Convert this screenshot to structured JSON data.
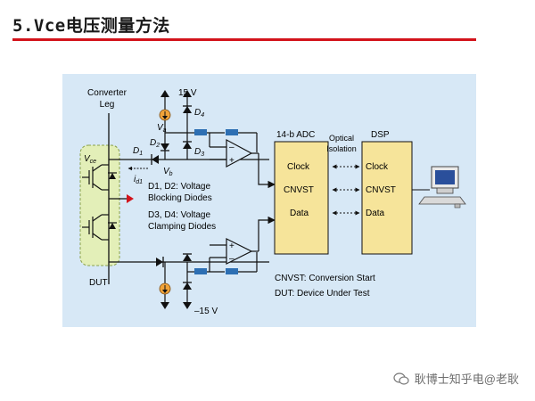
{
  "title": "5.Vce电压测量方法",
  "diagram": {
    "converter_leg": [
      "Converter",
      "Leg"
    ],
    "dut": "DUT",
    "vce": "V",
    "vce_sub": "ce",
    "supply_pos": "15 V",
    "supply_neg": "–15 V",
    "d1": "D",
    "d1_sub": "1",
    "d2": "D",
    "d2_sub": "2",
    "d3": "D",
    "d3_sub": "3",
    "d4": "D",
    "d4_sub": "4",
    "va": "V",
    "va_sub": "a",
    "vb": "V",
    "vb_sub": "b",
    "id1": "i",
    "id1_sub": "d1",
    "blocking_line1": "D1, D2: Voltage",
    "blocking_line2": "Blocking Diodes",
    "clamping_line1": "D3, D4: Voltage",
    "clamping_line2": "Clamping Diodes",
    "adc_title": "14-b ADC",
    "dsp_title": "DSP",
    "optical": [
      "Optical",
      "Isolation"
    ],
    "signals": [
      "Clock",
      "CNVST",
      "Data"
    ],
    "legend_cnvst": "CNVST: Conversion Start",
    "legend_dut": "DUT: Device Under Test",
    "opamp_minus": "–",
    "opamp_plus": "+"
  },
  "watermark": "耿博士知乎电@老耿",
  "colors": {
    "title_rule": "#d3131b",
    "panel": "#d7e8f6",
    "dut_box": "#e3efb8",
    "adc_box": "#f6e49a",
    "resistor": "#2d6fb3",
    "current_source": "#f0a33a",
    "arrow_red": "#d3131b"
  }
}
